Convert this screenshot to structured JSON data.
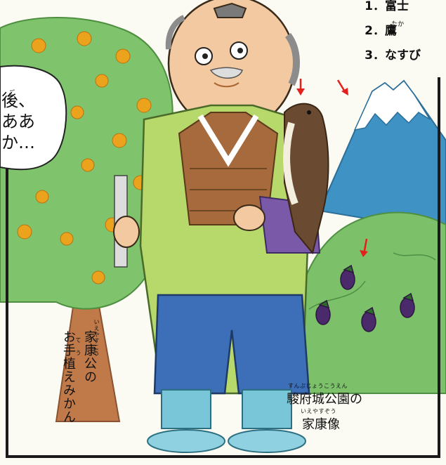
{
  "answers": {
    "item1": "1．富士",
    "item2": "2．鷹",
    "item2_furigana": "たか",
    "item3": "3．なすび"
  },
  "speech_bubble": {
    "furigana": "ご",
    "line1": "後、",
    "line2": "ああ",
    "line3": "か…"
  },
  "tree_label": {
    "furigana1": "いえやすこう",
    "line1": "家康公の",
    "furigana2": "て　う",
    "line2": "お手植えみかん"
  },
  "statue_label": {
    "furigana1": "すんぷじょうこうえん",
    "line1": "駿府城公園の",
    "furigana2": "いえやすぞう",
    "line2": "家康像"
  },
  "colors": {
    "arrow": "#e3201b",
    "robe_green": "#b7d86b",
    "mountain_blue": "#3a8fc0",
    "eggplant": "#4a2a6a",
    "orange": "#e9a21b"
  }
}
